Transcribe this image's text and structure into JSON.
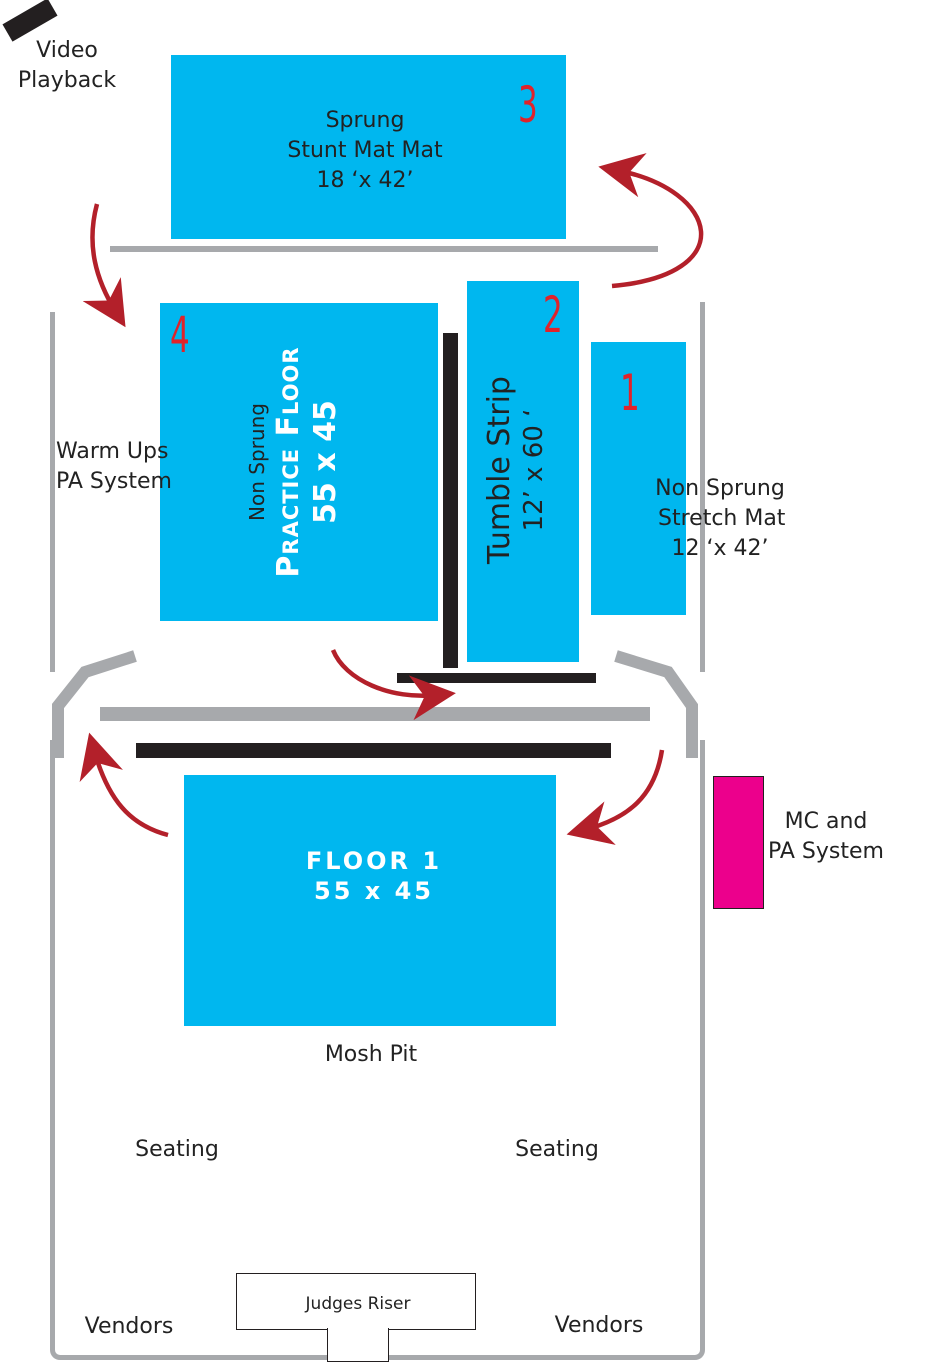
{
  "video": {
    "line1": "Video",
    "line2": "Playback"
  },
  "mat3": {
    "number": "3",
    "line1": "Sprung",
    "line2": "Stunt Mat Mat",
    "line3": "18 ‘x 42’"
  },
  "mat4": {
    "number": "4",
    "small": "Non Sprung",
    "title": "Practice Floor",
    "size": "55 x 45"
  },
  "mat2": {
    "number": "2",
    "title": "Tumble Strip",
    "size": "12’ x 60 ‘"
  },
  "mat1": {
    "number": "1"
  },
  "stretch_mat": {
    "line1": "Non Sprung",
    "line2": "Stretch Mat",
    "line3": "12 ‘x 42’"
  },
  "warmups": {
    "line1": "Warm Ups",
    "line2": "PA System"
  },
  "floor1": {
    "line1": "FLOOR 1",
    "line2": "55 x 45"
  },
  "mc": {
    "line1": "MC and",
    "line2": "PA System"
  },
  "mosh_pit": "Mosh Pit",
  "seating_left": "Seating",
  "seating_right": "Seating",
  "judges_riser": "Judges Riser",
  "vendors_left": "Vendors",
  "vendors_right": "Vendors",
  "colors": {
    "mat": "#00b7ef",
    "arrow": "#b3202a",
    "wall": "#a7a9ac",
    "barrier": "#231f20",
    "mc_box": "#ec008c",
    "number": "#e0232a"
  }
}
